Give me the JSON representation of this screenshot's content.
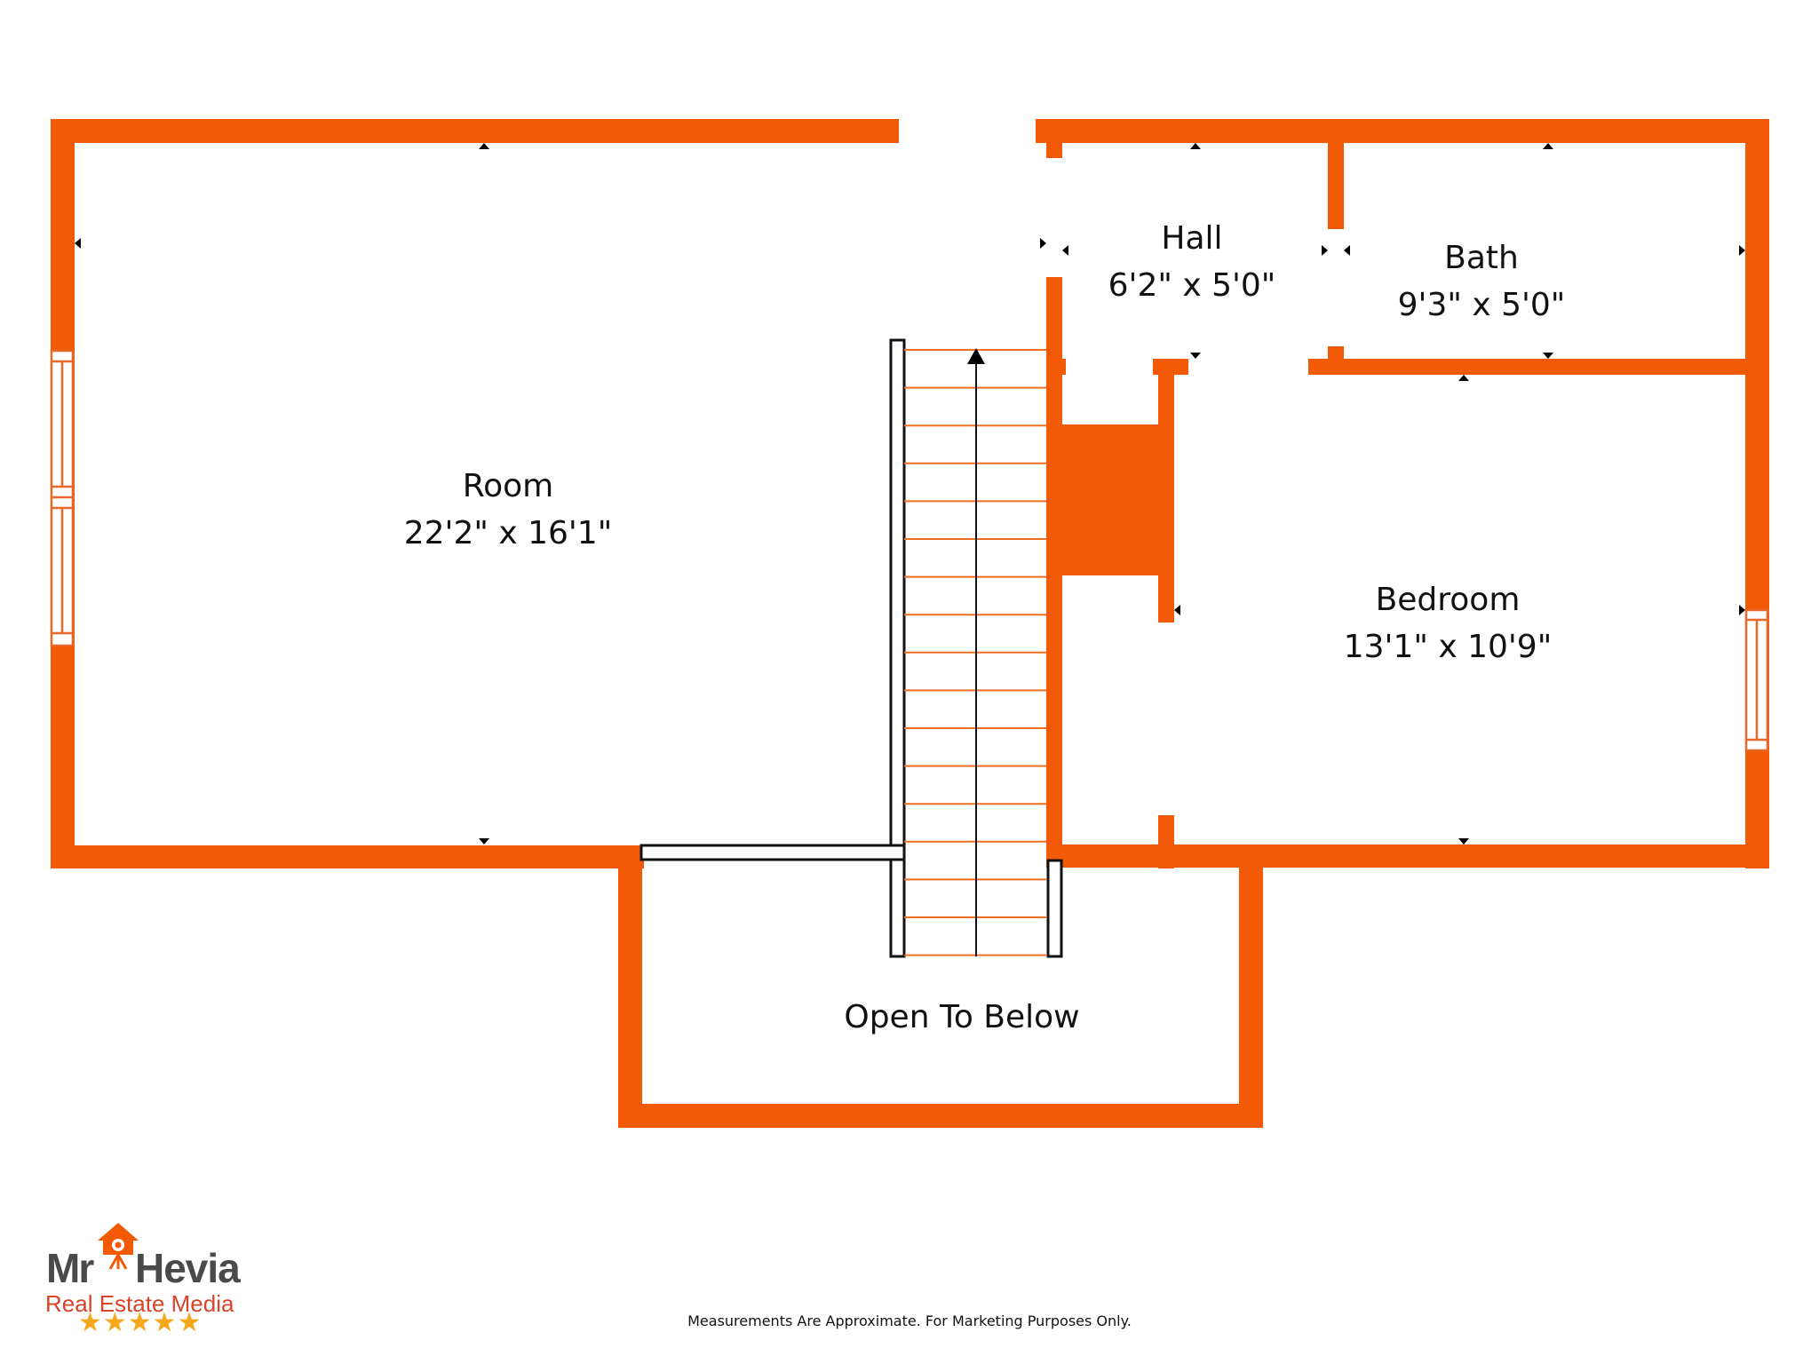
{
  "plan": {
    "wall_color": "#f25a05",
    "rooms": [
      {
        "name": "Room",
        "dimensions": "22'2\" x 16'1\""
      },
      {
        "name": "Hall",
        "dimensions": "6'2\" x 5'0\""
      },
      {
        "name": "Bath",
        "dimensions": "9'3\" x 5'0\""
      },
      {
        "name": "Bedroom",
        "dimensions": "13'1\" x 10'9\""
      },
      {
        "name": "Open To Below",
        "dimensions": ""
      }
    ]
  },
  "logo": {
    "brand_left": "Mr",
    "brand_right": "Hevia",
    "tagline": "Real Estate Media",
    "stars": "★★★★★",
    "accent_color": "#f25a05",
    "star_color": "#f6a81b"
  },
  "footer": {
    "disclaimer": "Measurements Are Approximate. For Marketing Purposes Only."
  }
}
